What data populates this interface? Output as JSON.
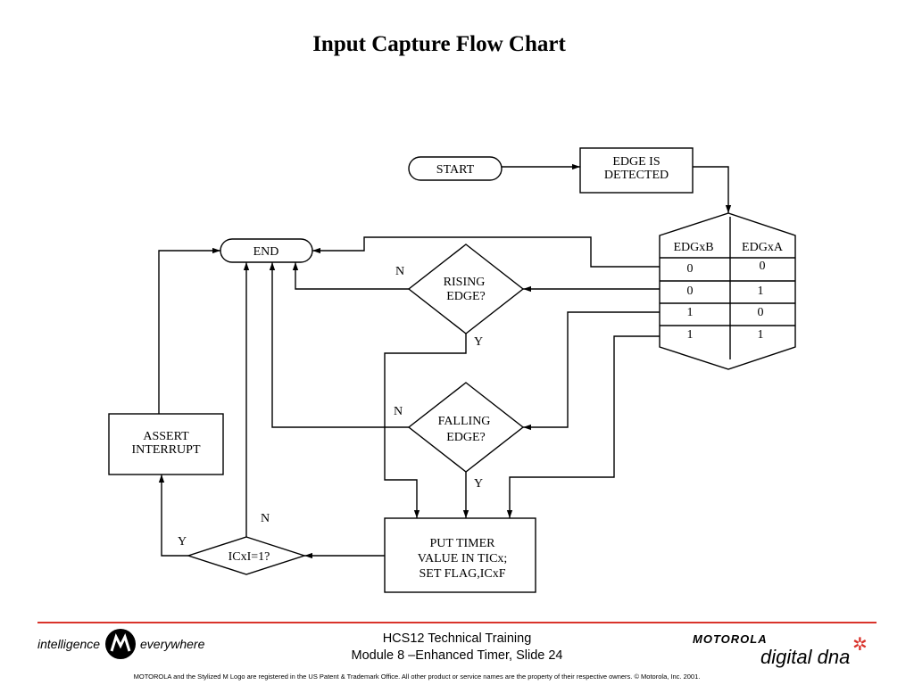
{
  "title": "Input Capture Flow Chart",
  "flowchart": {
    "start": "START",
    "edge_detected": [
      "EDGE IS",
      "DETECTED"
    ],
    "end": "END",
    "rising": [
      "RISING",
      "EDGE?"
    ],
    "falling": [
      "FALLING",
      "EDGE?"
    ],
    "assert": [
      "ASSERT",
      "INTERRUPT"
    ],
    "icx": "ICxI=1?",
    "put_timer": [
      "PUT TIMER",
      "VALUE IN TICx;",
      "SET FLAG,ICxF"
    ],
    "yes": "Y",
    "no": "N",
    "table": {
      "headers": [
        "EDGxB",
        "EDGxA"
      ],
      "rows": [
        [
          "0",
          "0"
        ],
        [
          "0",
          "1"
        ],
        [
          "1",
          "0"
        ],
        [
          "1",
          "1"
        ]
      ]
    }
  },
  "footer": {
    "course": "HCS12 Technical Training",
    "module": "Module 8 –Enhanced Timer, Slide 24",
    "tagline_left": "intelligence",
    "tagline_right": "everywhere",
    "brand": "MOTOROLA",
    "product": "digital dna",
    "legal": "MOTOROLA and the Stylized M Logo are registered in the US Patent & Trademark Office. All other  product or service names are  the property of their respective owners.  © Motorola, Inc. 2001."
  }
}
